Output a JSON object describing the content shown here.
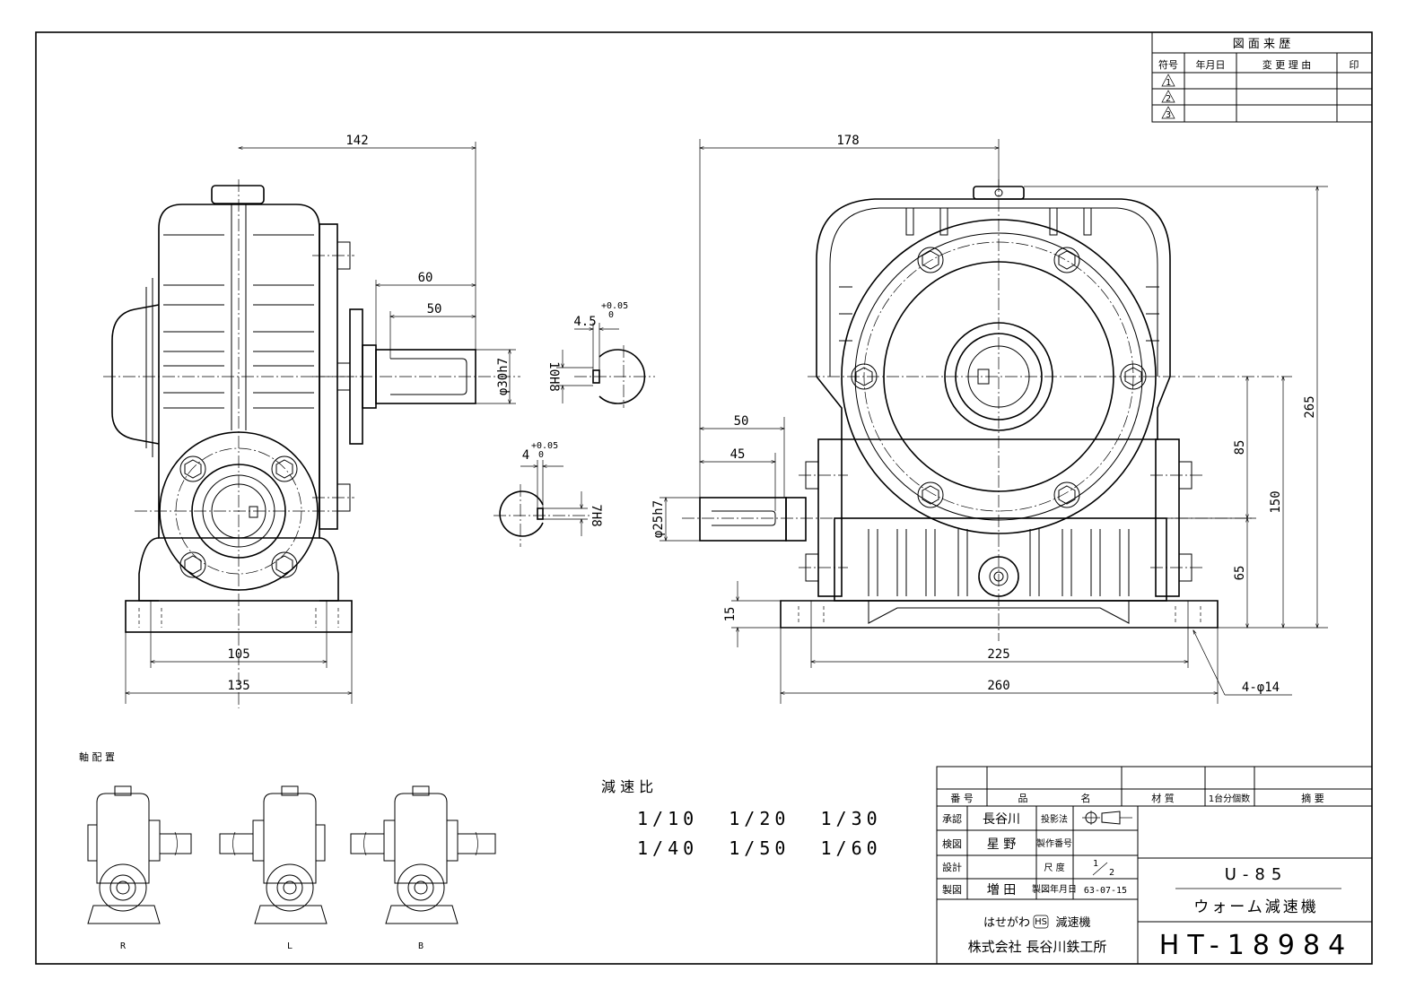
{
  "revision": {
    "title": "図 面 来 歴",
    "headers": [
      "符号",
      "年月日",
      "変 更 理 由",
      "印"
    ],
    "symbols": [
      "1",
      "2",
      "3"
    ]
  },
  "dims": {
    "side_142": "142",
    "side_60": "60",
    "side_50": "50",
    "side_105": "105",
    "side_135": "135",
    "side_shaft": "φ30h7",
    "front_178": "178",
    "front_50": "50",
    "front_45": "45",
    "front_shaft": "φ25h7",
    "front_15": "15",
    "front_225": "225",
    "front_260": "260",
    "front_holes": "4-φ14",
    "front_85": "85",
    "front_65": "65",
    "front_150": "150",
    "front_265": "265"
  },
  "keyways": {
    "upper_width": "4.5",
    "upper_tol_plus": "+0.05",
    "upper_tol_zero": "0",
    "upper_fit": "10H8",
    "lower_width": "4",
    "lower_tol_plus": "+0.05",
    "lower_tol_zero": "0",
    "lower_fit": "7H8"
  },
  "shaft_arrangement": {
    "title": "軸 配 置",
    "labels": [
      "R",
      "L",
      "B"
    ]
  },
  "ratios": {
    "title": "減 速 比",
    "row1": "1/10  1/20  1/30",
    "row2": "1/40  1/50  1/60"
  },
  "title_block": {
    "header_no": "番 号",
    "header_name": "品",
    "header_name2": "名",
    "header_mat": "材 質",
    "header_qty": "1台分個数",
    "header_note": "摘 要",
    "approved_label": "承認",
    "approved_name": "長谷川",
    "projection_label": "投影法",
    "checked_label": "検図",
    "checked_name": "星 野",
    "product_no_label": "製作番号",
    "design_label": "設計",
    "scale_label": "尺 度",
    "scale_num": "1",
    "scale_den": "2",
    "drawn_label": "製図",
    "drawn_name": "増 田",
    "date_label": "製図年月日",
    "date_value": "63-07-15",
    "model": "U-85",
    "product": "ウォーム減速機",
    "brand": "はせがわ",
    "brand_logo": "HS",
    "brand_suffix": "減速機",
    "company": "株式会社 長谷川鉄工所",
    "drawing_no": "HT-18984"
  }
}
